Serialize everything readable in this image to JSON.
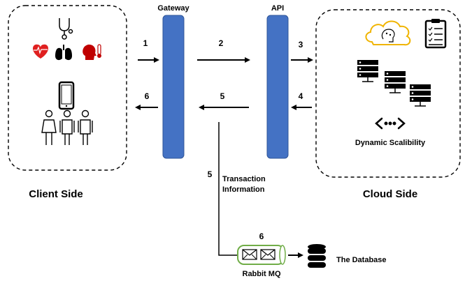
{
  "columns": {
    "gateway": "Gateway",
    "api": "API"
  },
  "client": {
    "label": "Client Side"
  },
  "cloud": {
    "label": "Cloud Side",
    "scalability": "Dynamic Scalibility"
  },
  "steps": {
    "s1": "1",
    "s2": "2",
    "s3": "3",
    "s4": "4",
    "s5a": "5",
    "s6a": "6",
    "s5b": "5",
    "s6b": "6"
  },
  "transaction": {
    "line1": "Transaction",
    "line2": "Information"
  },
  "queue": {
    "label": "Rabbit MQ"
  },
  "database": {
    "label": "The Database"
  },
  "colors": {
    "pillar": "#4472C4",
    "queue_border": "#70AD47",
    "heart": "#E02020",
    "brain_cloud": "#F0B400"
  },
  "icons": [
    "stethoscope-icon",
    "heart-icon",
    "lungs-icon",
    "head-fever-icon",
    "smartphone-icon",
    "person-icon",
    "ai-cloud-icon",
    "clipboard-checklist-icon",
    "server-icon",
    "code-icon",
    "envelope-icon",
    "database-icon"
  ]
}
